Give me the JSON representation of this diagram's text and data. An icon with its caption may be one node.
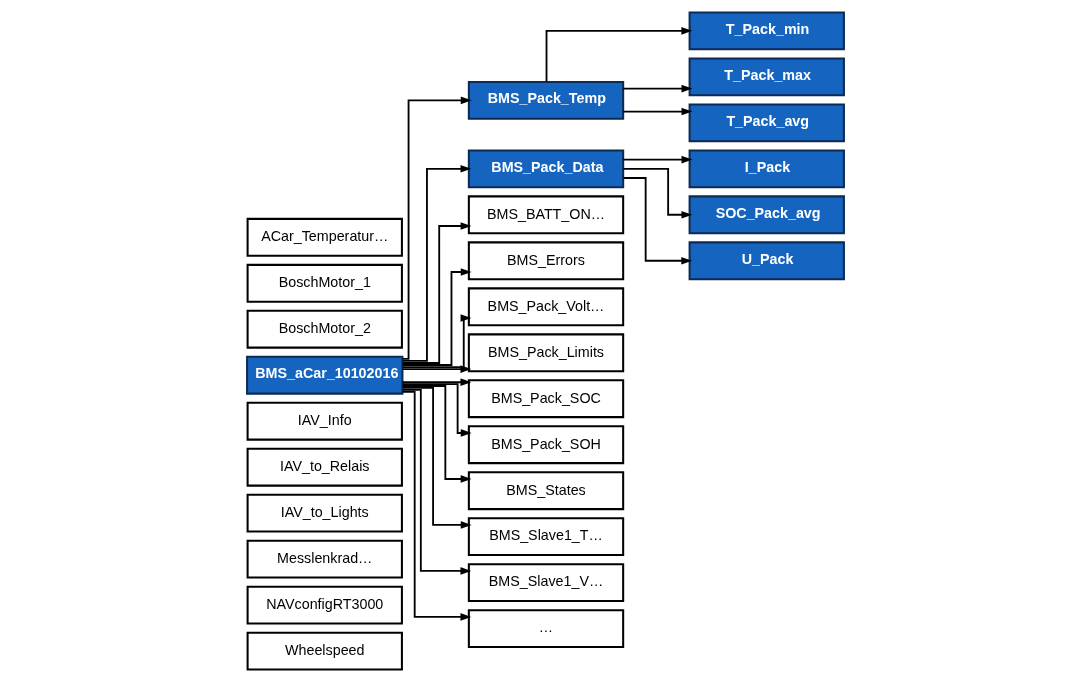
{
  "diagram": {
    "nodes": [
      {
        "text": [
          "ACar_Temperatur…"
        ]
      },
      {
        "text": [
          "BoschMotor_1"
        ]
      },
      {
        "text": [
          "BoschMotor_2"
        ]
      },
      {
        "text": [
          "BMS_aCar_10102016"
        ]
      },
      {
        "text": [
          "IAV_Info"
        ]
      },
      {
        "text": [
          "IAV_to_Relais"
        ]
      },
      {
        "text": [
          "IAV_to_Lights"
        ]
      },
      {
        "text": [
          "Messlenkrad…"
        ]
      },
      {
        "text": [
          "NAVconfigRT3000"
        ]
      },
      {
        "text": [
          "Wheelspeed"
        ]
      },
      {
        "text": [
          "BMS_Pack_Temp"
        ]
      },
      {
        "text": [
          "BMS_Pack_Data"
        ]
      },
      {
        "text": [
          "BMS_BATT_ON…"
        ]
      },
      {
        "text": [
          "BMS_Errors"
        ]
      },
      {
        "text": [
          "BMS_Pack_Volt…"
        ]
      },
      {
        "text": [
          "BMS_Pack_Limits"
        ]
      },
      {
        "text": [
          "BMS_Pack_SOC"
        ]
      },
      {
        "text": [
          "BMS_Pack_SOH"
        ]
      },
      {
        "text": [
          "BMS_States"
        ]
      },
      {
        "text": [
          "BMS_Slave1_T…"
        ]
      },
      {
        "text": [
          "BMS_Slave1_V…"
        ]
      },
      {
        "text": [
          "…"
        ]
      },
      {
        "text": [
          "T_Pack_min"
        ]
      },
      {
        "text": [
          "T_Pack_max"
        ]
      },
      {
        "text": [
          "T_Pack_avg"
        ]
      },
      {
        "text": [
          "I_Pack"
        ]
      },
      {
        "text": [
          "SOC_Pack_avg"
        ]
      },
      {
        "text": [
          "U_Pack"
        ]
      }
    ],
    "edges": [
      {
        "from": 3,
        "to": 10,
        "arrow": "to"
      },
      {
        "from": 3,
        "to": 11,
        "arrow": "to"
      },
      {
        "from": 3,
        "to": 12,
        "arrow": "to"
      },
      {
        "from": 3,
        "to": 13,
        "arrow": "to"
      },
      {
        "from": 3,
        "to": 14,
        "arrow": "to"
      },
      {
        "from": 3,
        "to": 15,
        "arrow": "to"
      },
      {
        "from": 3,
        "to": 16,
        "arrow": "to"
      },
      {
        "from": 3,
        "to": 17,
        "arrow": "to"
      },
      {
        "from": 3,
        "to": 18,
        "arrow": "to"
      },
      {
        "from": 3,
        "to": 19,
        "arrow": "to"
      },
      {
        "from": 3,
        "to": 20,
        "arrow": "to"
      },
      {
        "from": 3,
        "to": 21,
        "arrow": "to"
      },
      {
        "from": 10,
        "to": 22,
        "arrow": "to"
      },
      {
        "from": 10,
        "to": 23,
        "arrow": "to"
      },
      {
        "from": 10,
        "to": 24,
        "arrow": "to"
      },
      {
        "from": 11,
        "to": 25,
        "arrow": "to"
      },
      {
        "from": 11,
        "to": 26,
        "arrow": "to"
      },
      {
        "from": 11,
        "to": 27,
        "arrow": "to"
      }
    ]
  }
}
